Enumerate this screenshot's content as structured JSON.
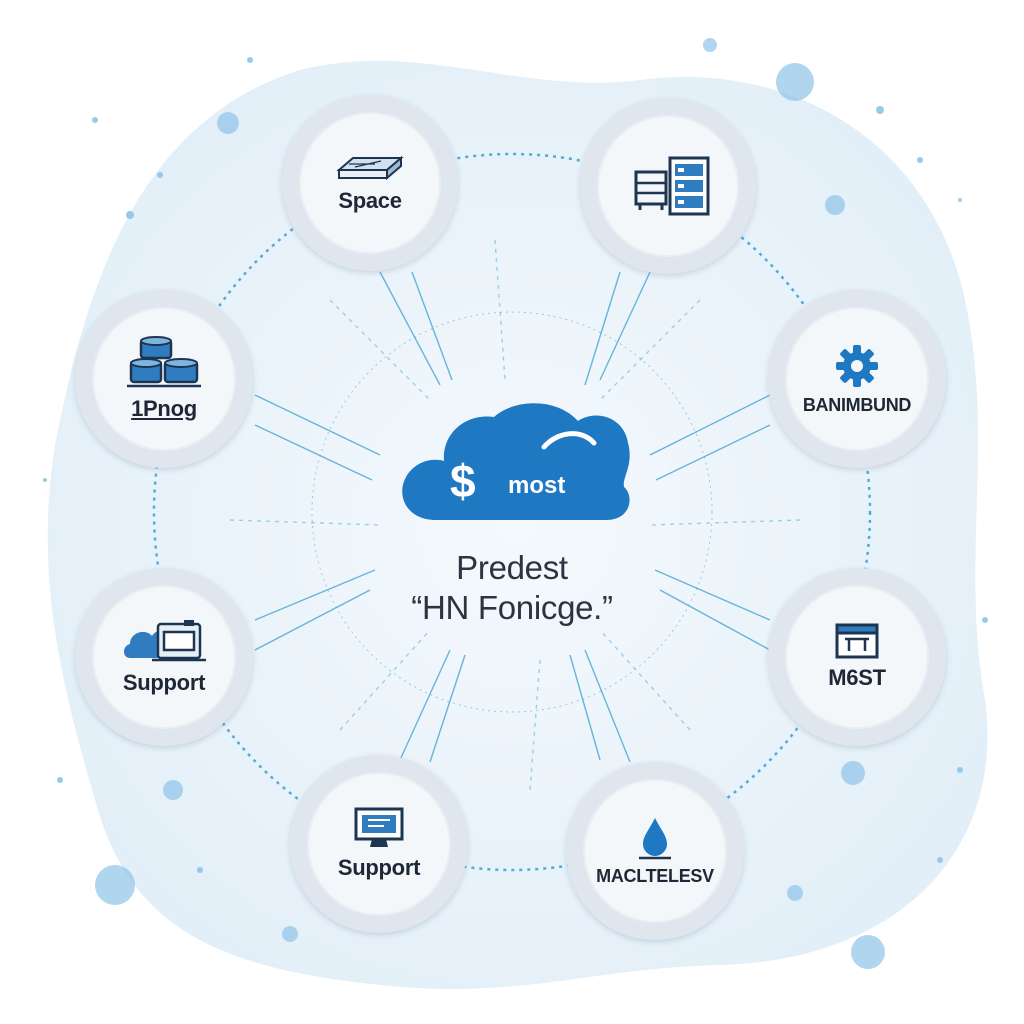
{
  "center": {
    "cloud_label": "most",
    "currency_symbol": "$",
    "title_line1": "Predest",
    "title_line2": "“HN Fonicge.”"
  },
  "nodes": [
    {
      "label": "Space",
      "icon": "storage-drive-icon"
    },
    {
      "label": "",
      "icon": "server-rack-icon"
    },
    {
      "label": "1Pnog",
      "icon": "database-stack-icon"
    },
    {
      "label": "BANIMBUND",
      "icon": "gear-icon"
    },
    {
      "label": "Support",
      "icon": "cloud-server-icon"
    },
    {
      "label": "M6ST",
      "icon": "browser-window-icon"
    },
    {
      "label": "Support",
      "icon": "monitor-icon"
    },
    {
      "label": "MACLTELESV",
      "icon": "water-drop-icon"
    }
  ],
  "colors": {
    "cloud": "#1e78c2",
    "line": "#3b9ed0",
    "backdrop": "#eaf3fa",
    "node_ring": "#dfe6ee"
  }
}
